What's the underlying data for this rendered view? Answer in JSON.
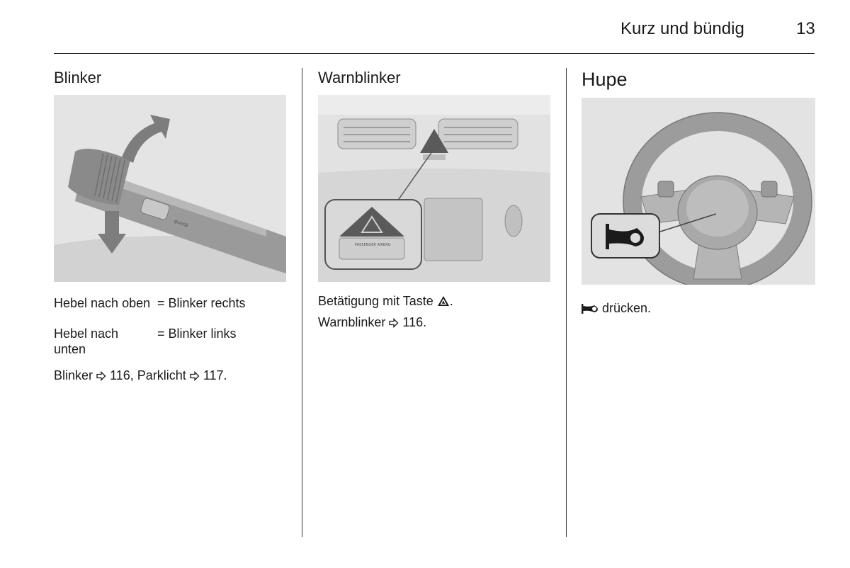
{
  "header": {
    "title": "Kurz und bündig",
    "page_number": "13"
  },
  "columns": {
    "blinker": {
      "heading": "Blinker",
      "table": [
        {
          "label": "Hebel nach oben",
          "value": "= Blinker rechts"
        },
        {
          "label": "Hebel nach unten",
          "value": "= Blinker links"
        }
      ],
      "ref_text_1": "Blinker",
      "ref_page_1": "116,",
      "ref_text_2": "Parklicht",
      "ref_page_2": "117."
    },
    "warnblinker": {
      "heading": "Warnblinker",
      "line1_text": "Betätigung mit Taste",
      "line1_end": ".",
      "line2_text": "Warnblinker",
      "line2_page": "116.",
      "figure_label": "PASSENGER AIRBAG"
    },
    "hupe": {
      "heading": "Hupe",
      "instruction": "drücken."
    }
  },
  "icons": {
    "reference": "arrow-right-outline-icon",
    "hazard": "hazard-triangle-icon",
    "horn": "horn-icon"
  }
}
